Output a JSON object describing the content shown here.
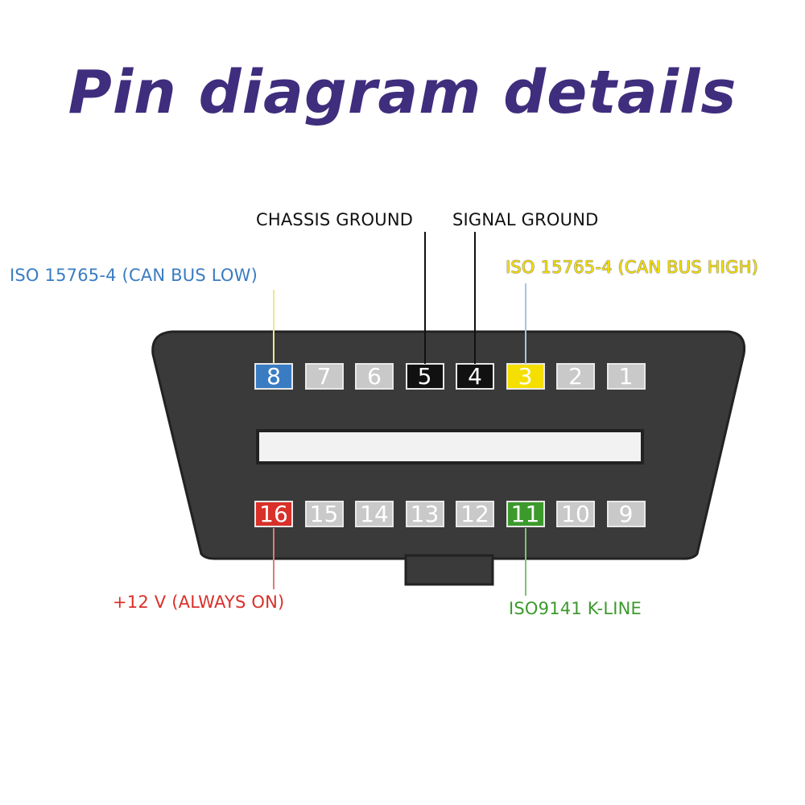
{
  "title": "Pin diagram details",
  "colors": {
    "title": "#3f2d7d",
    "connector_body": "#3a3a3a",
    "connector_outline": "#222222",
    "slot": "#f2f2f2",
    "inactive_pin": "#c9c9c9",
    "blue": "#3a7cc2",
    "black": "#111111",
    "yellow": "#f5df00",
    "red": "#d9302a",
    "green": "#3c9a2c"
  },
  "top_row": [
    {
      "number": "8",
      "color": "#3a7cc2"
    },
    {
      "number": "7",
      "color": "#c9c9c9"
    },
    {
      "number": "6",
      "color": "#c9c9c9"
    },
    {
      "number": "5",
      "color": "#111111"
    },
    {
      "number": "4",
      "color": "#111111"
    },
    {
      "number": "3",
      "color": "#f5df00"
    },
    {
      "number": "2",
      "color": "#c9c9c9"
    },
    {
      "number": "1",
      "color": "#c9c9c9"
    }
  ],
  "bottom_row": [
    {
      "number": "16",
      "color": "#d9302a"
    },
    {
      "number": "15",
      "color": "#c9c9c9"
    },
    {
      "number": "14",
      "color": "#c9c9c9"
    },
    {
      "number": "13",
      "color": "#c9c9c9"
    },
    {
      "number": "12",
      "color": "#c9c9c9"
    },
    {
      "number": "11",
      "color": "#3c9a2c"
    },
    {
      "number": "10",
      "color": "#c9c9c9"
    },
    {
      "number": "9",
      "color": "#c9c9c9"
    }
  ],
  "labels": {
    "pin8": {
      "text": "ISO 15765-4 (CAN BUS LOW)",
      "color": "#3a7cc2"
    },
    "pin5": {
      "text": "CHASSIS GROUND",
      "color": "#111111"
    },
    "pin4": {
      "text": "SIGNAL GROUND",
      "color": "#111111"
    },
    "pin3": {
      "text": "ISO 15765-4 (CAN BUS HIGH)",
      "color": "#f5df00"
    },
    "pin16": {
      "text": "+12 V (ALWAYS ON)",
      "color": "#d9302a"
    },
    "pin11": {
      "text": "ISO9141 K-LINE",
      "color": "#3c9a2c"
    }
  }
}
